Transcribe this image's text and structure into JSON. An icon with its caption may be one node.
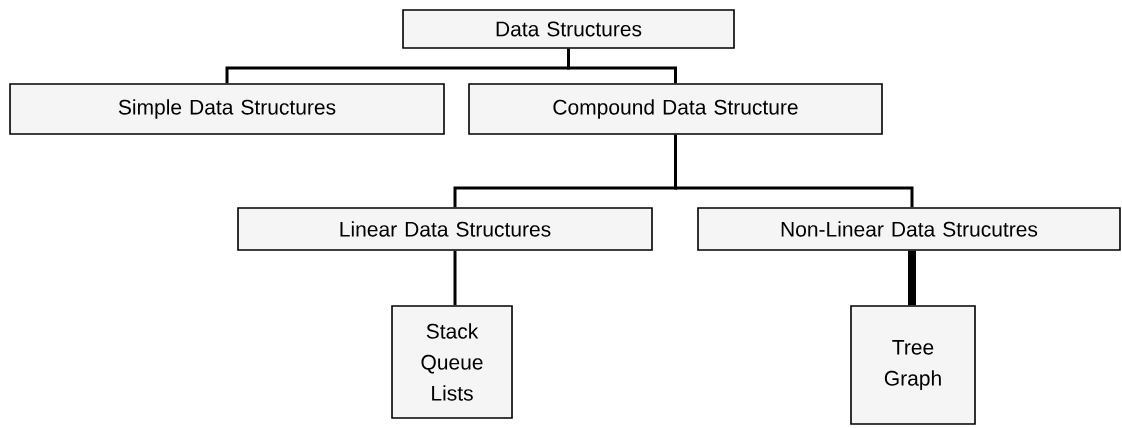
{
  "diagram": {
    "nodes": [
      {
        "text": [
          "Data Structures"
        ]
      },
      {
        "text": [
          "Simple Data Structures"
        ]
      },
      {
        "text": [
          "Compound Data Structure"
        ]
      },
      {
        "text": [
          "Linear Data Structures"
        ]
      },
      {
        "text": [
          "Non-Linear Data Strucutres"
        ]
      },
      {
        "text": [
          "Stack Queue Lists"
        ]
      },
      {
        "text": [
          "Tree Graph"
        ]
      }
    ],
    "edges": [
      {
        "from": 0,
        "to": 1,
        "arrow": "none"
      },
      {
        "from": 0,
        "to": 2,
        "arrow": "none"
      },
      {
        "from": 2,
        "to": 3,
        "arrow": "none"
      },
      {
        "from": 2,
        "to": 4,
        "arrow": "none"
      },
      {
        "from": 3,
        "to": 5,
        "arrow": "none"
      },
      {
        "from": 4,
        "to": 6,
        "arrow": "none",
        "style": "thick"
      }
    ]
  }
}
